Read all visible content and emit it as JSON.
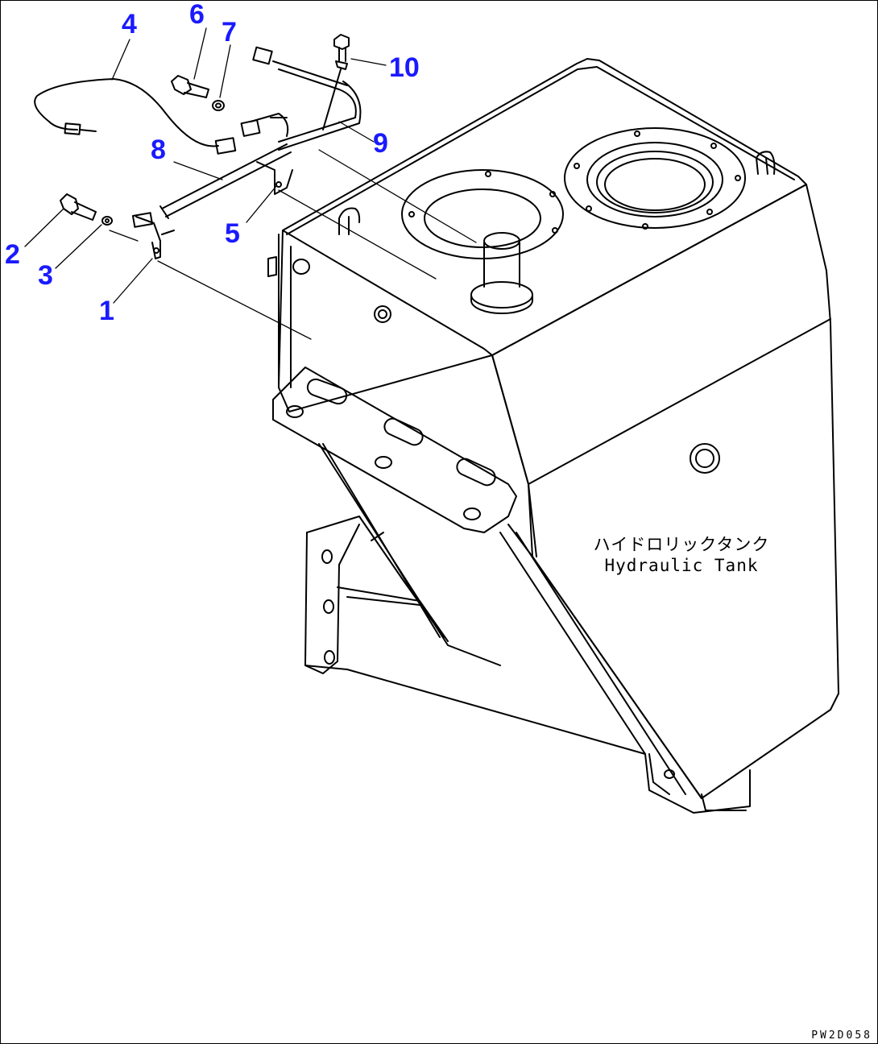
{
  "callouts": {
    "c1": "1",
    "c2": "2",
    "c3": "3",
    "c4": "4",
    "c5": "5",
    "c6": "6",
    "c7": "7",
    "c8": "8",
    "c9": "9",
    "c10": "10"
  },
  "tank_label": {
    "japanese": "ハイドロリックタンク",
    "english": "Hydraulic Tank"
  },
  "drawing_code": "PW2D058",
  "colors": {
    "callout": "#1a1aff",
    "line": "#000000",
    "background": "#ffffff"
  }
}
